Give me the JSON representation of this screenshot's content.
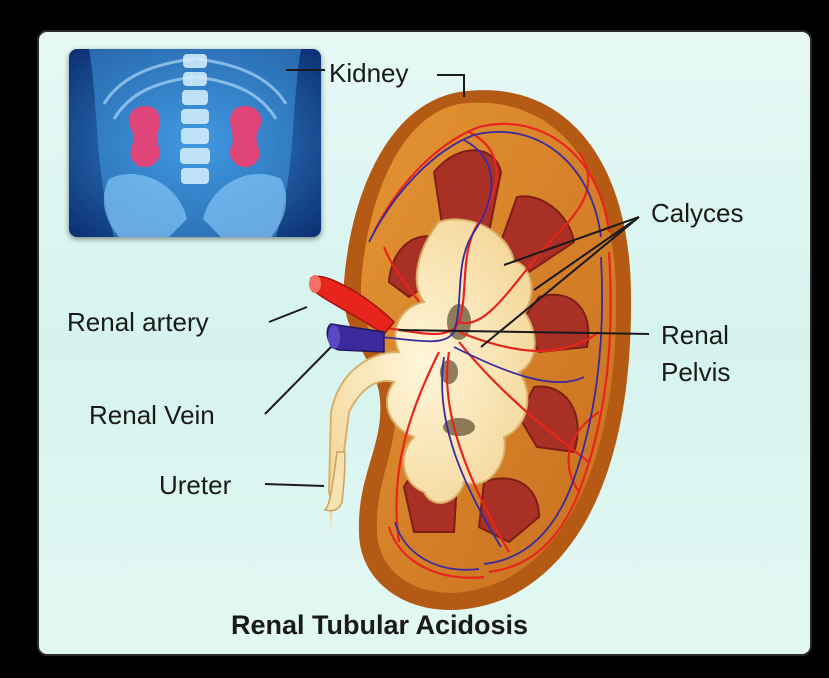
{
  "labels": {
    "kidney": "Kidney",
    "calyces": "Calyces",
    "renal_artery": "Renal artery",
    "renal_pelvis_line1": "Renal",
    "renal_pelvis_line2": "Pelvis",
    "renal_vein": "Renal Vein",
    "ureter": "Ureter"
  },
  "title": "Renal Tubular Acidosis",
  "colors": {
    "background": "#e6f9f5",
    "cortex": "#d9822b",
    "capsule": "#b55a14",
    "pyramid": "#a83024",
    "pelvis": "#fbe8b8",
    "artery": "#e8251d",
    "vein": "#3a2a9e",
    "inset_bg": "#0d3d8a",
    "inset_kidney": "#e0457a"
  },
  "icons": [
    "kidney-cross-section",
    "torso-xray-inset"
  ]
}
